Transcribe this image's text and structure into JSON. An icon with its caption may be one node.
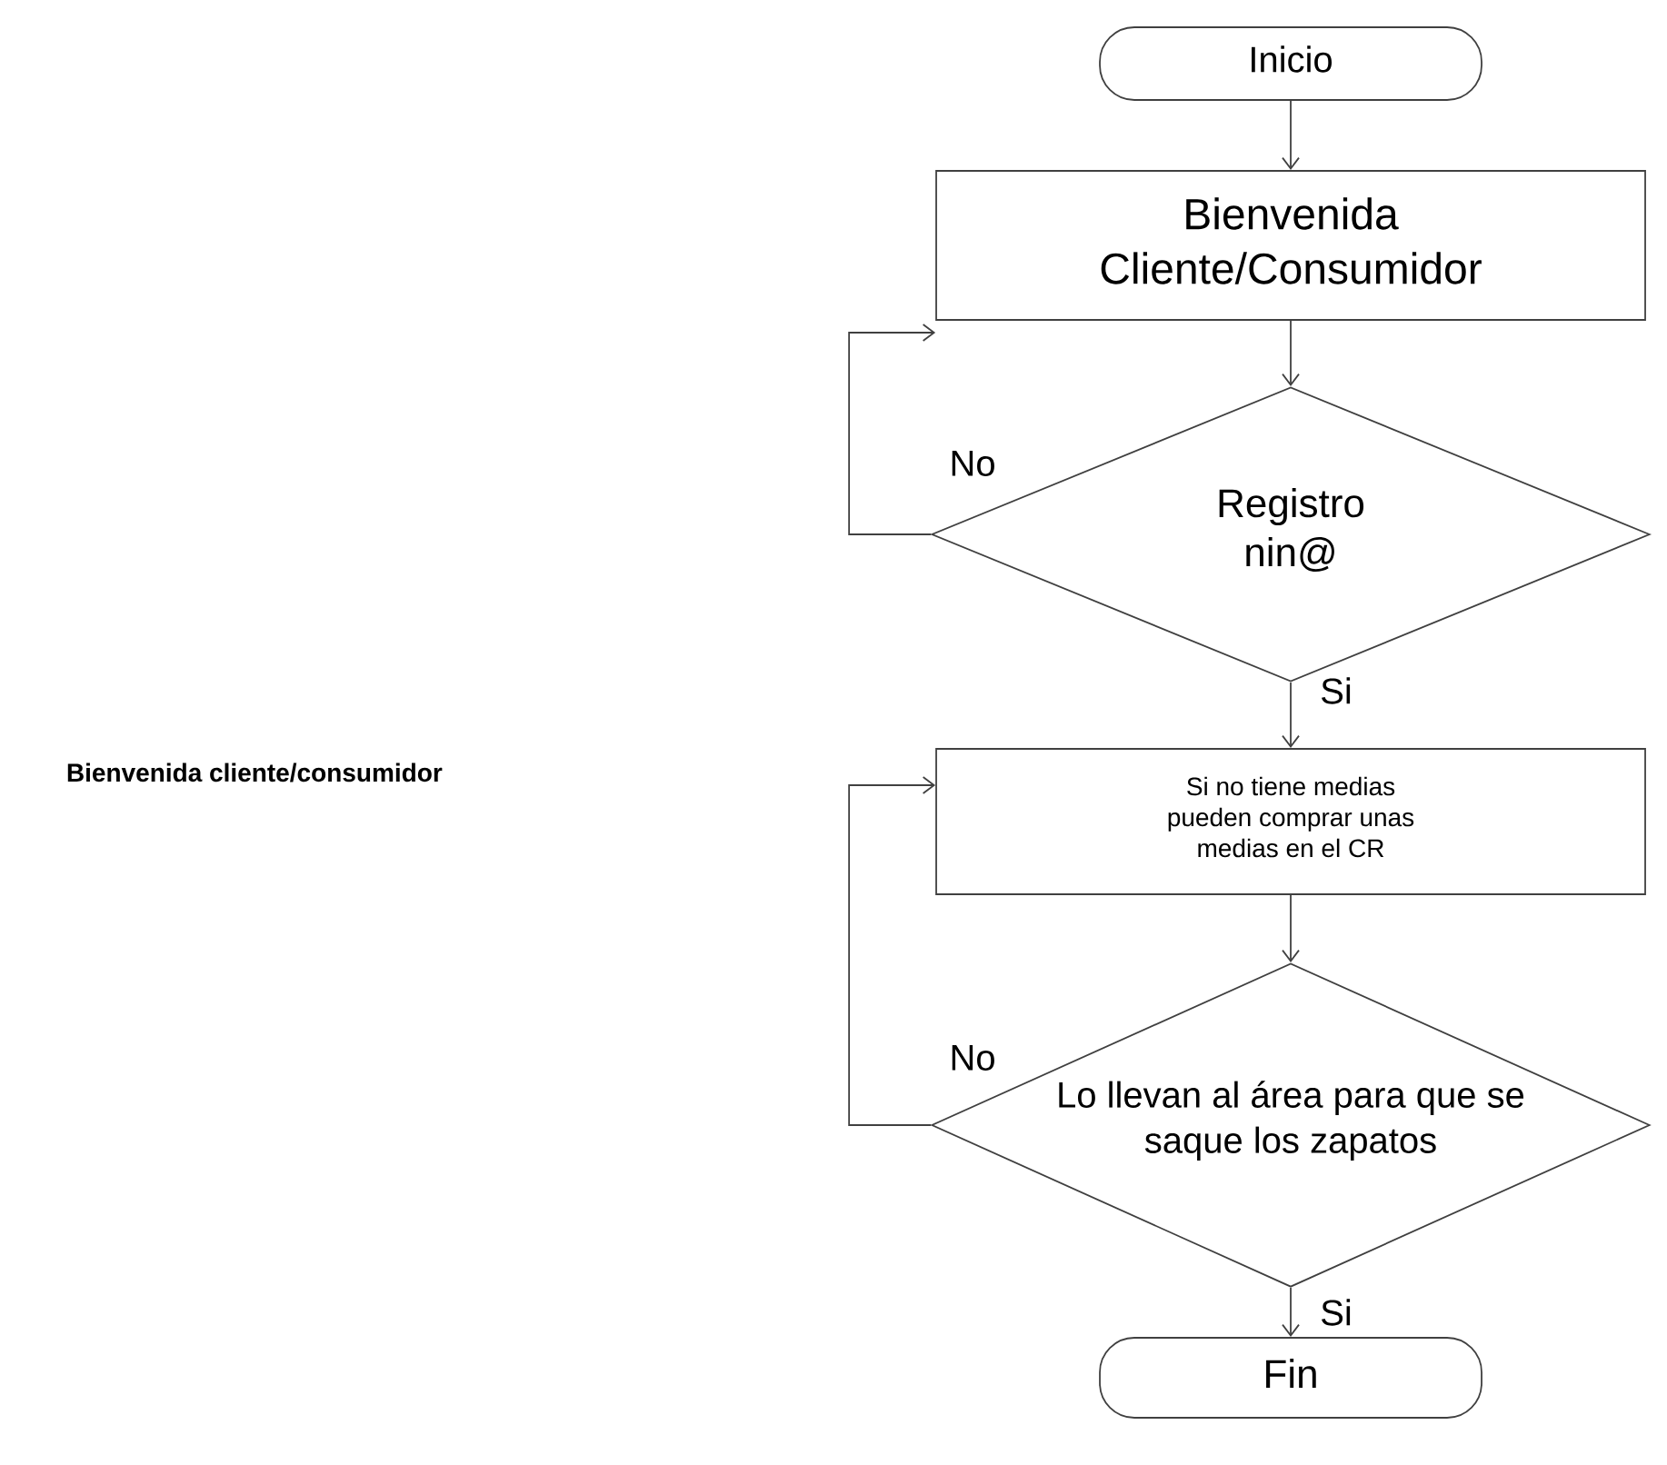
{
  "diagram": {
    "nodes": [
      {
        "text": [
          "Inicio"
        ]
      },
      {
        "text": [
          "Bienvenida Cliente/Consumidor"
        ]
      },
      {
        "text": [
          "Registro nin@"
        ]
      },
      {
        "text": [
          "Si no tiene medias pueden comprar unas medias en el CR"
        ]
      },
      {
        "text": [
          "Lo llevan al área para que se saque los zapatos"
        ]
      },
      {
        "text": [
          "Fin"
        ]
      }
    ],
    "edges": [
      {
        "from": 0,
        "to": 1,
        "arrow": "to"
      },
      {
        "from": 1,
        "to": 2,
        "arrow": "to"
      },
      {
        "from": 2,
        "to": 1,
        "arrow": "to",
        "label": "No"
      },
      {
        "from": 2,
        "to": 3,
        "arrow": "to",
        "label": "Si"
      },
      {
        "from": 3,
        "to": 4,
        "arrow": "to"
      },
      {
        "from": 4,
        "to": 3,
        "arrow": "to",
        "label": "No"
      },
      {
        "from": 4,
        "to": 5,
        "arrow": "to",
        "label": "Si"
      }
    ],
    "labels": [
      "Bienvenida cliente/consumidor"
    ]
  }
}
